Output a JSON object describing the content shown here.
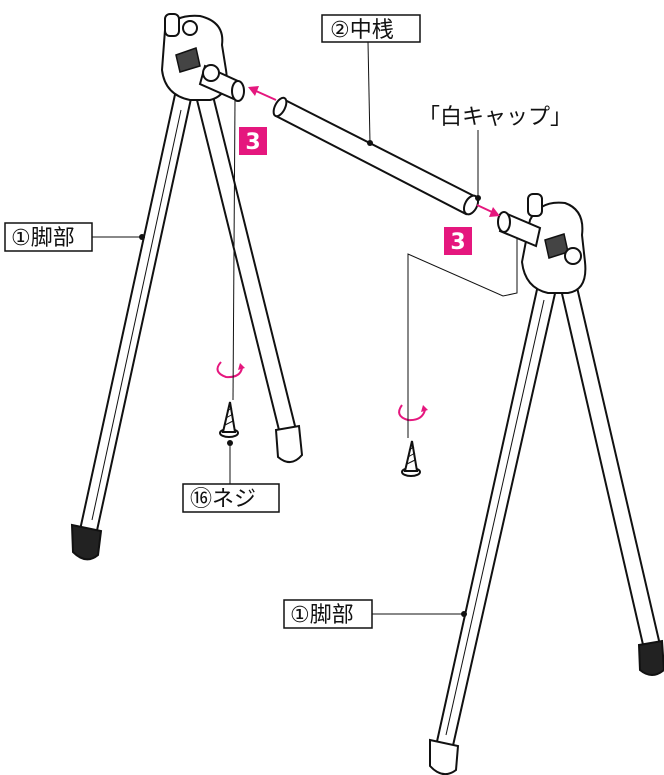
{
  "labels": {
    "crossbar": "②中桟",
    "white_cap": "「白キャップ」",
    "leg_upper": "①脚部",
    "leg_lower": "①脚部",
    "screw": "⑯ネジ"
  },
  "steps": {
    "left": "3",
    "right": "3"
  },
  "colors": {
    "accent": "#e5177e",
    "line": "#111111"
  }
}
